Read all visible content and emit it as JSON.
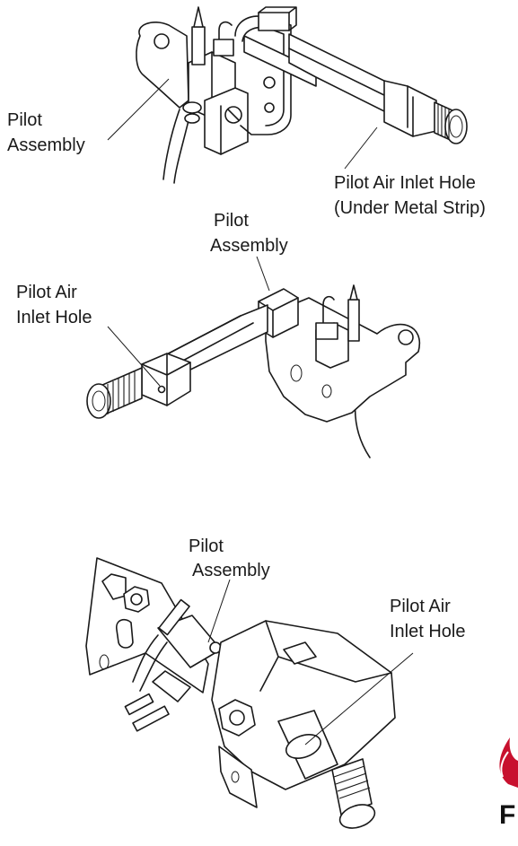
{
  "figure1": {
    "label_pilot": [
      "Pilot",
      "Assembly"
    ],
    "label_inlet": [
      "Pilot Air Inlet Hole",
      "(Under Metal Strip)"
    ]
  },
  "figure2": {
    "label_pilot": [
      "Pilot",
      "Assembly"
    ],
    "label_inlet": [
      "Pilot Air",
      "Inlet Hole"
    ]
  },
  "figure3": {
    "label_pilot": [
      "Pilot",
      "Assembly"
    ],
    "label_inlet": [
      "Pilot Air",
      "Inlet Hole"
    ]
  },
  "logo": {
    "text": "F",
    "flame_color": "#c8102e"
  }
}
